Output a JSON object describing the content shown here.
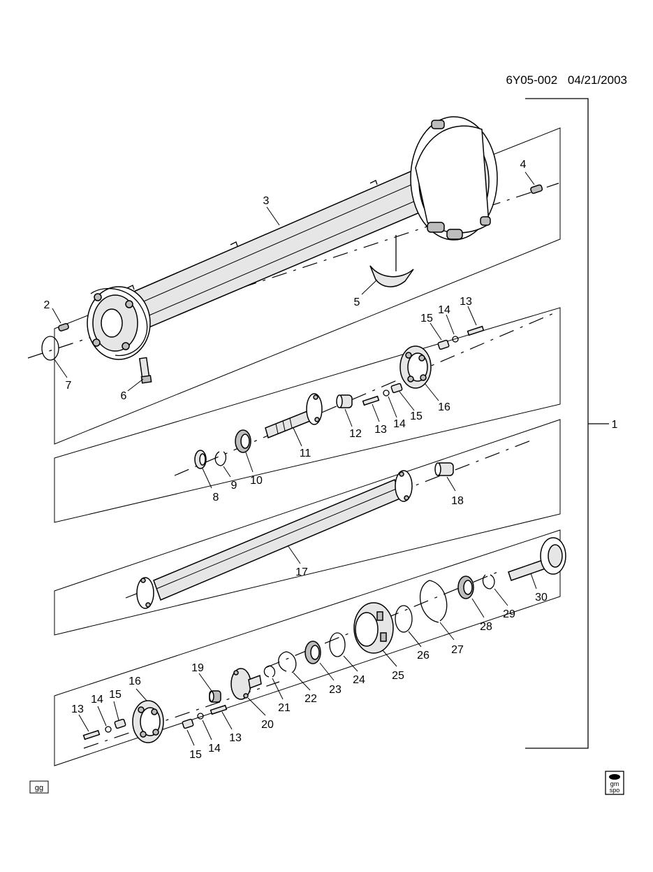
{
  "header": {
    "code": "6Y05-002",
    "date": "04/21/2003"
  },
  "callouts": [
    "1",
    "2",
    "3",
    "4",
    "5",
    "6",
    "7",
    "8",
    "9",
    "10",
    "11",
    "12",
    "13",
    "14",
    "15",
    "16",
    "17",
    "18",
    "19",
    "20",
    "21",
    "22",
    "23",
    "24",
    "25",
    "26",
    "27",
    "28",
    "29",
    "30"
  ],
  "footer": {
    "left_stamp": "gg",
    "right_stamp_top": "gm",
    "right_stamp_bottom": "spo"
  }
}
